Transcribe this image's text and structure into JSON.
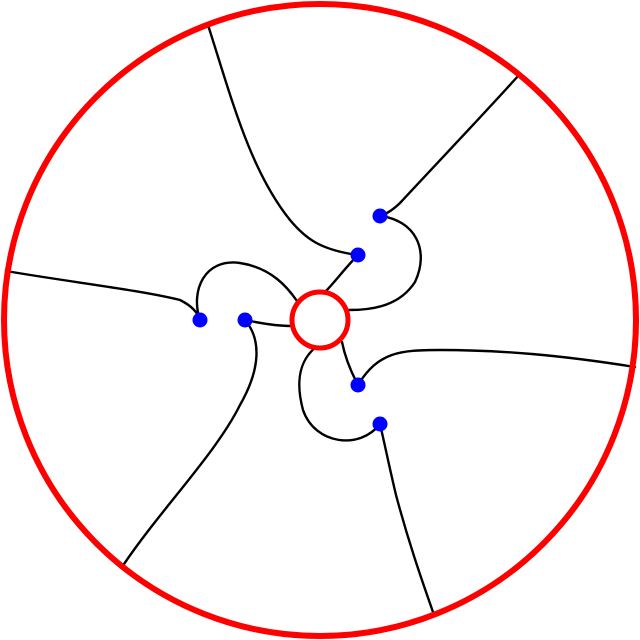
{
  "diagram": {
    "colors": {
      "background": "#ffffff",
      "circle": "#ff0000",
      "curve": "#000000",
      "node": "#0000ff"
    },
    "outer_circle": {
      "name": "outer-boundary-circle"
    },
    "inner_circle": {
      "name": "inner-boundary-circle"
    },
    "nodes": [
      {
        "id": "n1"
      },
      {
        "id": "n2"
      },
      {
        "id": "n3"
      },
      {
        "id": "n4"
      },
      {
        "id": "n5"
      },
      {
        "id": "n6"
      }
    ],
    "curves": [
      {
        "id": "c1"
      },
      {
        "id": "c2"
      },
      {
        "id": "c3"
      },
      {
        "id": "c4"
      },
      {
        "id": "c5"
      },
      {
        "id": "c6"
      },
      {
        "id": "c7"
      },
      {
        "id": "c8"
      },
      {
        "id": "c9"
      },
      {
        "id": "c10"
      },
      {
        "id": "c11"
      },
      {
        "id": "c12"
      }
    ]
  }
}
